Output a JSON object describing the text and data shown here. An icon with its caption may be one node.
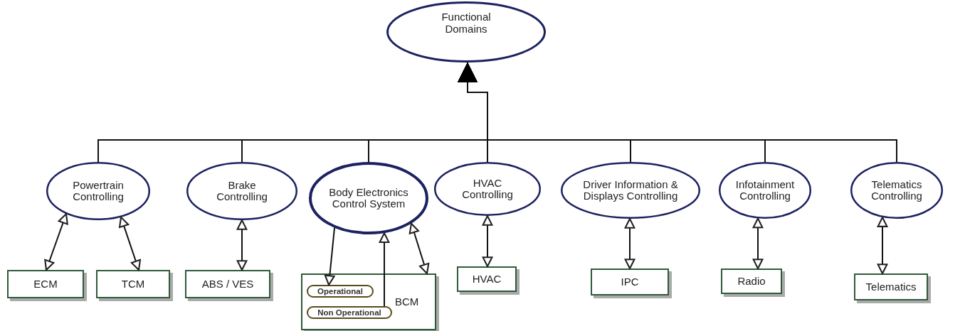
{
  "diagram": {
    "nodes": [
      {
        "text": [
          "Functional Domains"
        ]
      },
      {
        "text": [
          "Powertrain Controlling"
        ]
      },
      {
        "text": [
          "Brake Controlling"
        ]
      },
      {
        "text": [
          "Body Electronics Control System"
        ]
      },
      {
        "text": [
          "HVAC Controlling"
        ]
      },
      {
        "text": [
          "Driver Information & Displays Controlling"
        ]
      },
      {
        "text": [
          "Infotainment Controlling"
        ]
      },
      {
        "text": [
          "Telematics Controlling"
        ]
      },
      {
        "text": [
          "ECM"
        ]
      },
      {
        "text": [
          "TCM"
        ]
      },
      {
        "text": [
          "ABS / VES"
        ]
      },
      {
        "text": [
          "BCM"
        ]
      },
      {
        "text": [
          "Operational"
        ],
        "in": 11
      },
      {
        "text": [
          "Non Operational"
        ],
        "in": 11
      },
      {
        "text": [
          "HVAC"
        ]
      },
      {
        "text": [
          "IPC"
        ]
      },
      {
        "text": [
          "Radio"
        ]
      },
      {
        "text": [
          "Telematics"
        ]
      }
    ],
    "edges": [
      {
        "from": 1,
        "to": 0,
        "arrow": "to"
      },
      {
        "from": 2,
        "to": 0,
        "arrow": "to"
      },
      {
        "from": 3,
        "to": 0,
        "arrow": "to"
      },
      {
        "from": 4,
        "to": 0,
        "arrow": "to"
      },
      {
        "from": 5,
        "to": 0,
        "arrow": "to"
      },
      {
        "from": 6,
        "to": 0,
        "arrow": "to"
      },
      {
        "from": 7,
        "to": 0,
        "arrow": "to"
      },
      {
        "from": 1,
        "to": 8,
        "arrow": "both"
      },
      {
        "from": 1,
        "to": 9,
        "arrow": "both"
      },
      {
        "from": 2,
        "to": 10,
        "arrow": "both"
      },
      {
        "from": 3,
        "to": 12,
        "arrow": "to"
      },
      {
        "from": 13,
        "to": 3,
        "arrow": "to"
      },
      {
        "from": 3,
        "to": 11,
        "arrow": "both"
      },
      {
        "from": 4,
        "to": 14,
        "arrow": "both"
      },
      {
        "from": 5,
        "to": 15,
        "arrow": "both"
      },
      {
        "from": 6,
        "to": 16,
        "arrow": "both"
      },
      {
        "from": 7,
        "to": 17,
        "arrow": "both"
      }
    ]
  }
}
